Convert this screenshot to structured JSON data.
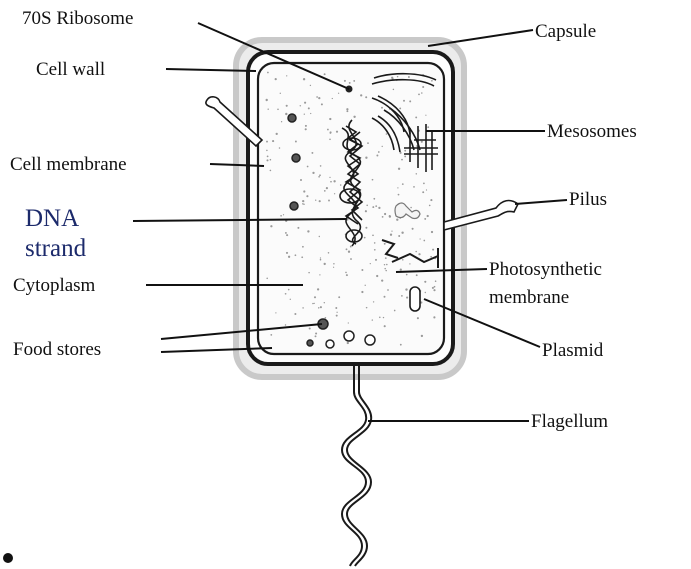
{
  "labels": {
    "ribosome": "70S Ribosome",
    "cell_wall": "Cell wall",
    "cell_membrane": "Cell membrane",
    "dna_line1": "DNA",
    "dna_line2": "strand",
    "cytoplasm": "Cytoplasm",
    "food_stores": "Food stores",
    "capsule": "Capsule",
    "mesosomes": "Mesosomes",
    "pilus": "Pilus",
    "photo_line1": "Photosynthetic",
    "photo_line2": "membrane",
    "plasmid": "Plasmid",
    "flagellum": "Flagellum"
  },
  "colors": {
    "capsule_fill": "#ececec",
    "capsule_stroke": "#c9c9c9",
    "wall_stroke": "#1a1a1a",
    "cytoplasm_fill": "#fbfbfb",
    "label_text": "#111111",
    "dna_label_text": "#1c2a6b"
  }
}
